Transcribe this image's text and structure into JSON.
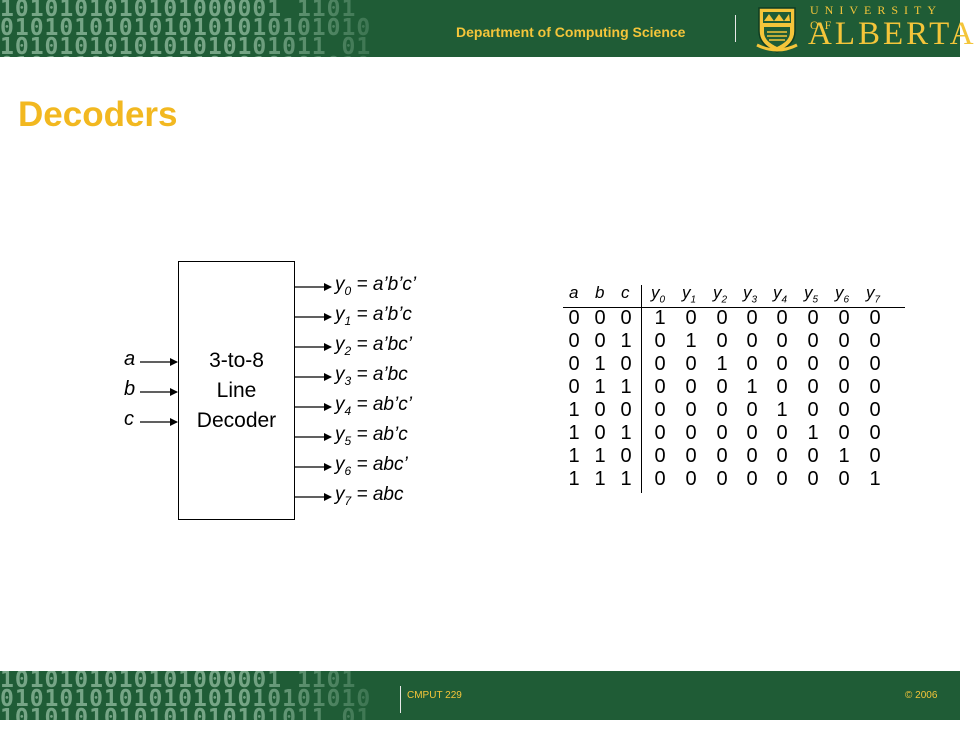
{
  "header": {
    "department": "Department of Computing Science",
    "university_top": "UNIVERSITY OF",
    "university_name": "ALBERTA",
    "binary_pattern": "1010101010101000001 1101\n0101010101010101010101010\n1010101010101010101011 01\n0101010101010101010101010"
  },
  "slide": {
    "title": "Decoders"
  },
  "decoder": {
    "label_lines": [
      "3-to-8",
      "Line",
      "Decoder"
    ],
    "inputs": [
      "a",
      "b",
      "c"
    ],
    "outputs": [
      {
        "var": "y",
        "sub": "0",
        "expr": " = a’b’c’"
      },
      {
        "var": "y",
        "sub": "1",
        "expr": " = a’b’c"
      },
      {
        "var": "y",
        "sub": "2",
        "expr": " = a’bc’"
      },
      {
        "var": "y",
        "sub": "3",
        "expr": " = a’bc"
      },
      {
        "var": "y",
        "sub": "4",
        "expr": " = ab’c’"
      },
      {
        "var": "y",
        "sub": "5",
        "expr": " = ab’c"
      },
      {
        "var": "y",
        "sub": "6",
        "expr": " = abc’"
      },
      {
        "var": "y",
        "sub": "7",
        "expr": " = abc"
      }
    ]
  },
  "truth_table": {
    "input_headers": [
      "a",
      "b",
      "c"
    ],
    "output_headers": [
      {
        "var": "y",
        "sub": "0"
      },
      {
        "var": "y",
        "sub": "1"
      },
      {
        "var": "y",
        "sub": "2"
      },
      {
        "var": "y",
        "sub": "3"
      },
      {
        "var": "y",
        "sub": "4"
      },
      {
        "var": "y",
        "sub": "5"
      },
      {
        "var": "y",
        "sub": "6"
      },
      {
        "var": "y",
        "sub": "7"
      }
    ],
    "rows": [
      [
        "0",
        "0",
        "0",
        "1",
        "0",
        "0",
        "0",
        "0",
        "0",
        "0",
        "0"
      ],
      [
        "0",
        "0",
        "1",
        "0",
        "1",
        "0",
        "0",
        "0",
        "0",
        "0",
        "0"
      ],
      [
        "0",
        "1",
        "0",
        "0",
        "0",
        "1",
        "0",
        "0",
        "0",
        "0",
        "0"
      ],
      [
        "0",
        "1",
        "1",
        "0",
        "0",
        "0",
        "1",
        "0",
        "0",
        "0",
        "0"
      ],
      [
        "1",
        "0",
        "0",
        "0",
        "0",
        "0",
        "0",
        "1",
        "0",
        "0",
        "0"
      ],
      [
        "1",
        "0",
        "1",
        "0",
        "0",
        "0",
        "0",
        "0",
        "1",
        "0",
        "0"
      ],
      [
        "1",
        "1",
        "0",
        "0",
        "0",
        "0",
        "0",
        "0",
        "0",
        "1",
        "0"
      ],
      [
        "1",
        "1",
        "1",
        "0",
        "0",
        "0",
        "0",
        "0",
        "0",
        "0",
        "1"
      ]
    ]
  },
  "footer": {
    "course": "CMPUT 229",
    "copyright": "© 2006"
  }
}
